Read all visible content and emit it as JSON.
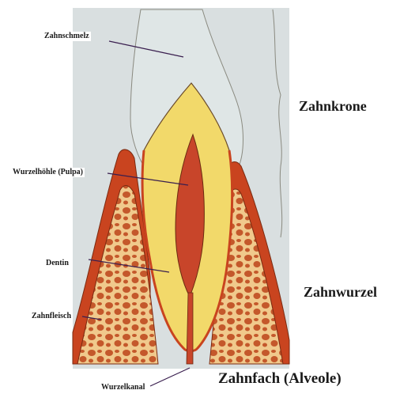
{
  "labels": {
    "enamel": "Zahnschmelz",
    "pulp": "Wurzelhöhle (Pulpa)",
    "dentin": "Dentin",
    "gum": "Zahnfleisch",
    "root_canal": "Wurzelkanal",
    "crown": "Zahnkrone",
    "root": "Zahnwurzel",
    "socket": "Zahnfach (Alveole)"
  },
  "colors": {
    "background": "#d9dfe0",
    "enamel": "#dfe6e6",
    "dentin": "#f2d96a",
    "pulp": "#c8452a",
    "gum": "#c9441f",
    "bone": "#f0c98c",
    "bone_cells": "#c4582b",
    "outline": "#6a4a2a",
    "pointer": "#3a1f4f"
  }
}
